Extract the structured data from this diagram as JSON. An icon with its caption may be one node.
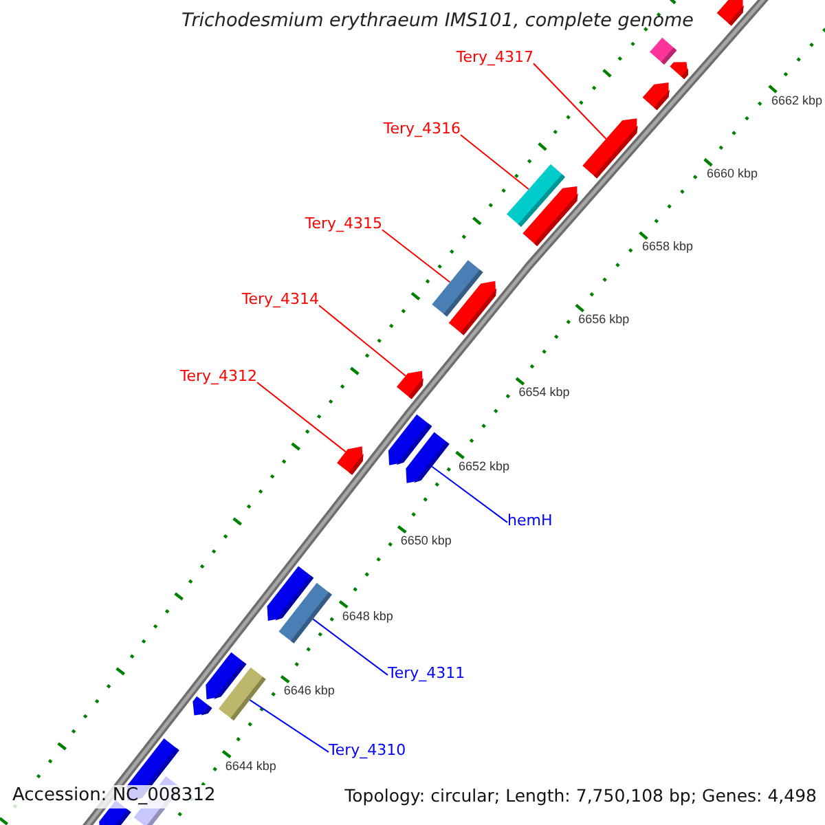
{
  "diagram": {
    "title": "Trichodesmium erythraeum IMS101, complete genome",
    "nodes": [
      {
        "text": [
          "Tery_4317"
        ]
      },
      {
        "text": [
          "Tery_4316"
        ]
      },
      {
        "text": [
          "Tery_4315"
        ]
      },
      {
        "text": [
          "Tery_4314"
        ]
      },
      {
        "text": [
          "Tery_4312"
        ]
      },
      {
        "text": [
          "hemH"
        ]
      },
      {
        "text": [
          "Tery_4311"
        ]
      },
      {
        "text": [
          "Tery_4310"
        ]
      },
      {
        "text": [],
        "shape": "arrow"
      },
      {
        "text": [],
        "shape": "bar"
      },
      {
        "text": [],
        "shape": "arrow"
      },
      {
        "text": [],
        "shape": "arrow"
      },
      {
        "text": [],
        "shape": "arrow"
      },
      {
        "text": [],
        "shape": "bar"
      },
      {
        "text": [],
        "shape": "arrow"
      },
      {
        "text": [],
        "shape": "bar"
      },
      {
        "text": [],
        "shape": "arrow"
      },
      {
        "text": [],
        "shape": "arrow"
      },
      {
        "text": [],
        "shape": "arrow"
      },
      {
        "text": [],
        "shape": "arrow"
      },
      {
        "text": [],
        "shape": "arrow"
      },
      {
        "text": [],
        "shape": "arrow"
      },
      {
        "text": [],
        "shape": "bar"
      },
      {
        "text": [],
        "shape": "arrow"
      },
      {
        "text": [],
        "shape": "bar"
      },
      {
        "text": [],
        "shape": "arrow"
      },
      {
        "text": [],
        "shape": "arrow"
      },
      {
        "text": [],
        "shape": "bar"
      },
      {
        "text": [],
        "shape": "arrow"
      }
    ],
    "edges": [
      {
        "from": 0,
        "to": 12,
        "arrow": "none"
      },
      {
        "from": 1,
        "to": 13,
        "arrow": "none"
      },
      {
        "from": 2,
        "to": 15,
        "arrow": "none"
      },
      {
        "from": 3,
        "to": 17,
        "arrow": "none"
      },
      {
        "from": 4,
        "to": 19,
        "arrow": "none"
      },
      {
        "from": 5,
        "to": 20,
        "arrow": "none",
        "color": "#0000ff"
      },
      {
        "from": 6,
        "to": 22,
        "arrow": "none",
        "color": "#0000ff"
      },
      {
        "from": 7,
        "to": 24,
        "arrow": "none",
        "color": "#0000ff"
      }
    ],
    "labels": [
      "6662 kbp",
      "6660 kbp",
      "6658 kbp",
      "6656 kbp",
      "6654 kbp",
      "6652 kbp",
      "6650 kbp",
      "6648 kbp",
      "6646 kbp",
      "6644 kbp",
      "Accession: NC_008312",
      "Topology: circular; Length: 7,750,108 bp; Genes: 4,498"
    ]
  }
}
